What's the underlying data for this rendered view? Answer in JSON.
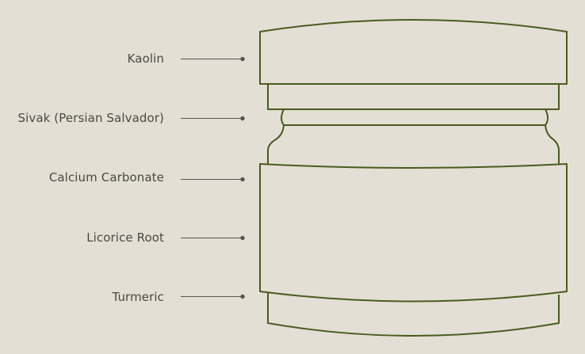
{
  "colors": {
    "background": "#e3dfd4",
    "outline": "#4b5b1f",
    "leader": "#555550",
    "text": "#4a4a42"
  },
  "labels": [
    {
      "id": "kaolin",
      "text": "Kaolin"
    },
    {
      "id": "sivak",
      "text": "Sivak (Persian Salvador)"
    },
    {
      "id": "calcium",
      "text": "Calcium Carbonate"
    },
    {
      "id": "licorice",
      "text": "Licorice Root"
    },
    {
      "id": "turmeric",
      "text": "Turmeric"
    }
  ]
}
